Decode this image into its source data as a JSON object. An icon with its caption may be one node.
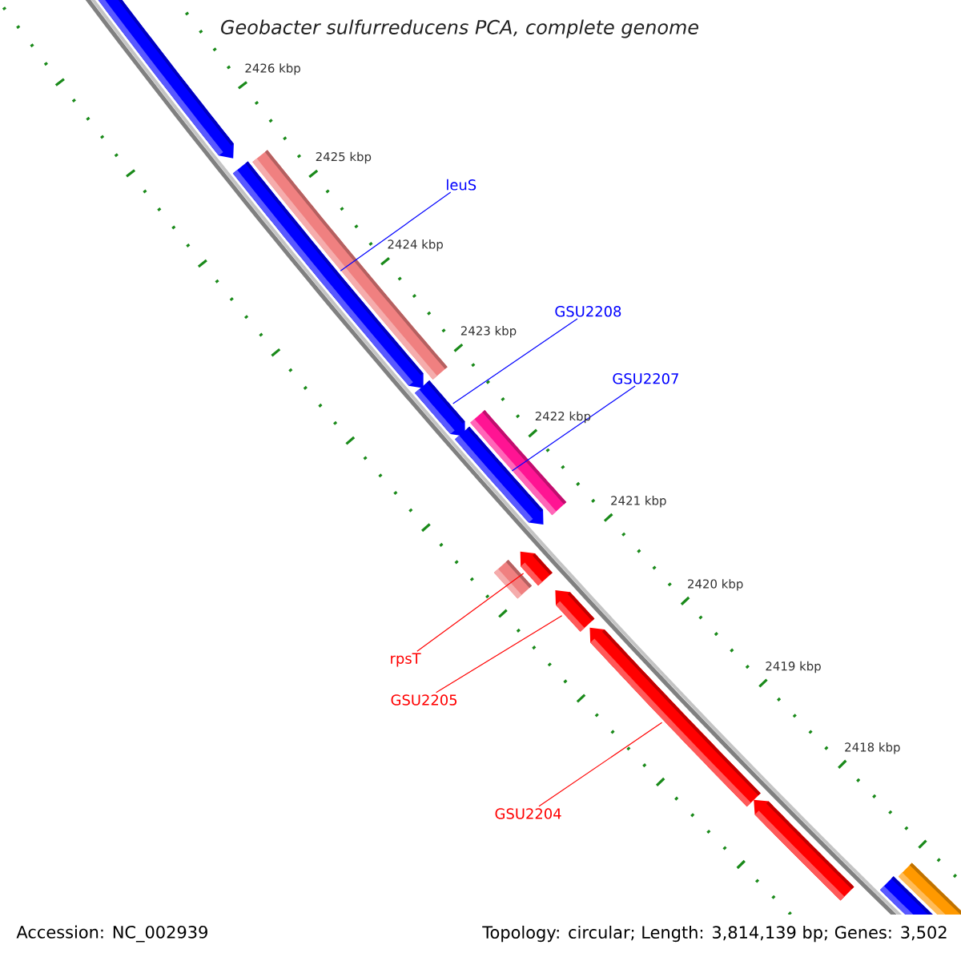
{
  "diagram": {
    "title": "Geobacter sulfurreducens PCA, complete genome",
    "nodes": [
      {
        "text": [
          "leuS"
        ]
      },
      {
        "text": [
          "GSU2208"
        ]
      },
      {
        "text": [
          "GSU2207"
        ]
      },
      {
        "text": [
          "rpsT"
        ]
      },
      {
        "text": [
          "GSU2205"
        ]
      },
      {
        "text": [
          "GSU2204"
        ]
      },
      {
        "text": [],
        "shape": "arrow"
      },
      {
        "text": [],
        "shape": "bar"
      },
      {
        "text": [],
        "shape": "arrow"
      },
      {
        "text": [],
        "shape": "arrow"
      },
      {
        "text": [],
        "shape": "arrow"
      },
      {
        "text": [],
        "shape": "bar"
      },
      {
        "text": [],
        "shape": "arrow"
      },
      {
        "text": [],
        "shape": "bar"
      },
      {
        "text": [],
        "shape": "arrow"
      },
      {
        "text": [],
        "shape": "arrow"
      },
      {
        "text": [],
        "shape": "arrow"
      },
      {
        "text": [],
        "shape": "bar"
      },
      {
        "text": [],
        "shape": "bar"
      }
    ],
    "edges": [
      {
        "from": 0,
        "to": 8,
        "arrow": "none",
        "color": "#0000ff"
      },
      {
        "from": 1,
        "to": 9,
        "arrow": "none",
        "color": "#0000ff"
      },
      {
        "from": 2,
        "to": 10,
        "arrow": "none",
        "color": "#0000ff"
      },
      {
        "from": 3,
        "to": 12,
        "arrow": "none",
        "color": "#ff0000"
      },
      {
        "from": 4,
        "to": 14,
        "arrow": "none",
        "color": "#ff0000"
      },
      {
        "from": 5,
        "to": 15,
        "arrow": "none",
        "color": "#ff0000"
      }
    ],
    "labels": [
      "2426 kbp",
      "2425 kbp",
      "2424 kbp",
      "2423 kbp",
      "2422 kbp",
      "2421 kbp",
      "2420 kbp",
      "2419 kbp",
      "2418 kbp",
      "Accession: NC_002939",
      "Topology: circular; Length: 3,814,139 bp; Genes: 3,502"
    ]
  }
}
